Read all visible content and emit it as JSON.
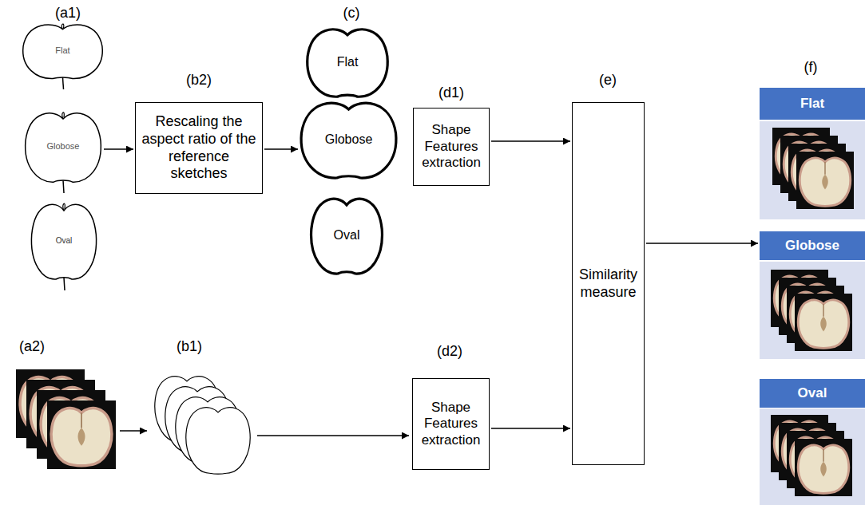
{
  "diagram": {
    "nodes": [
      {
        "text": [
          "Flat"
        ]
      },
      {
        "text": [
          "Globose"
        ]
      },
      {
        "text": [
          "Oval"
        ]
      },
      {
        "text": [
          "Rescaling the aspect ratio of the reference sketches"
        ]
      },
      {
        "text": [
          "Flat"
        ]
      },
      {
        "text": [
          "Globose"
        ]
      },
      {
        "text": [
          "Oval"
        ]
      },
      {
        "text": [
          "Shape Features extraction"
        ]
      },
      {
        "text": [
          "Shape Features extraction"
        ]
      },
      {
        "text": [
          "Similarity measure"
        ]
      },
      {
        "text": [
          "Flat"
        ]
      },
      {
        "text": [
          "Globose"
        ]
      },
      {
        "text": [
          "Oval"
        ]
      }
    ],
    "edges": [
      {
        "from": 1,
        "to": 3,
        "arrow": "to"
      },
      {
        "from": 3,
        "to": 5,
        "arrow": "to"
      },
      {
        "from": 7,
        "to": 9,
        "arrow": "to"
      },
      {
        "from": 8,
        "to": 9,
        "arrow": "to"
      },
      {
        "from": 9,
        "to": 11,
        "arrow": "to"
      }
    ],
    "labels": [
      "(a1)",
      "(b2)",
      "(c)",
      "(d1)",
      "(e)",
      "(f)",
      "(a2)",
      "(b1)",
      "(d2)"
    ]
  }
}
